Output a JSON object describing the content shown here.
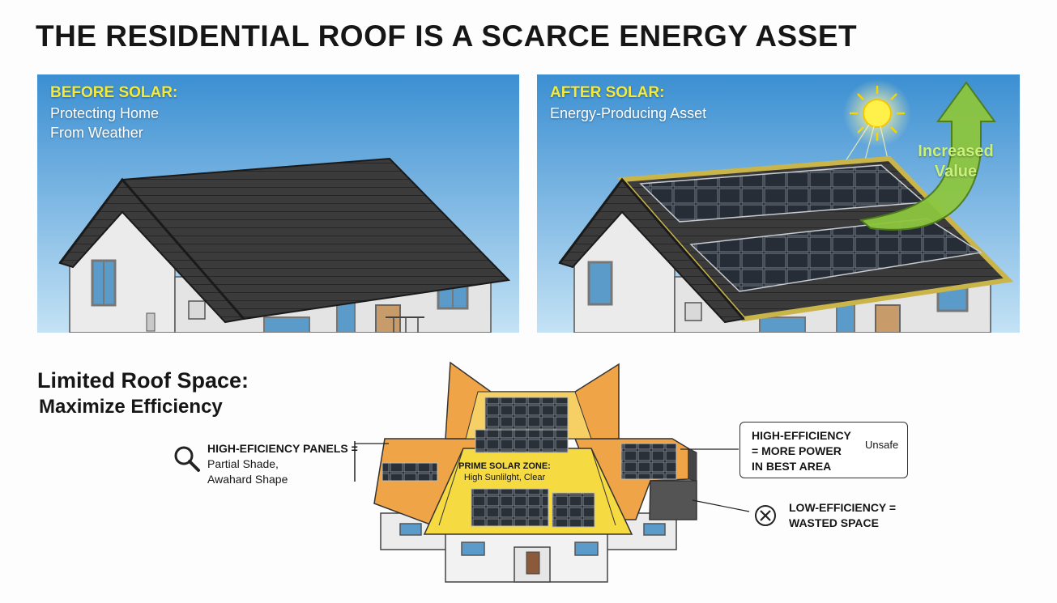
{
  "title": "THE RESIDENTIAL ROOF IS A SCARCE ENERGY ASSET",
  "before": {
    "heading": "BEFORE SOLAR:",
    "line1": "Protecting Home",
    "line2": "From Weather"
  },
  "after": {
    "heading": "AFTER SOLAR:",
    "line1": "Energy-Producing Asset",
    "arrow_line1": "Increased",
    "arrow_line2": "Value"
  },
  "roof_space": {
    "title": "Limited Roof Space:",
    "subtitle": "Maximize Efficiency",
    "left_label": {
      "line1": "HIGH-EFICIENCY PANELS =",
      "line2": "Partial Shade,",
      "line3": "Awahard Shape"
    },
    "zone_label": {
      "line1": "PRIME SOLAR ZONE:",
      "line2": "High Sunlilght, Clear"
    },
    "right_box": {
      "line1": "HIGH-EFFICIENCY",
      "line2": "= MORE POWER",
      "line3": "IN BEST AREA",
      "tag": "Unsafe"
    },
    "low_label": {
      "line1": "LOW-EFFICIENCY =",
      "line2": "WASTED SPACE"
    }
  },
  "colors": {
    "sky_top": "#3f91d3",
    "sky_bottom": "#bfe0f4",
    "roof": "#3a3a3a",
    "wall": "#e9e9e9",
    "panel": "#1c2026",
    "accent_yellow": "#f3ea3c",
    "arrow_green": "#8dc63f",
    "roof_orange": "#f0a448",
    "prime_zone": "#f6da42",
    "low_zone": "#545454"
  },
  "icons": [
    "sun-icon",
    "magnifier-icon",
    "circle-x-icon",
    "up-arrow-icon"
  ]
}
